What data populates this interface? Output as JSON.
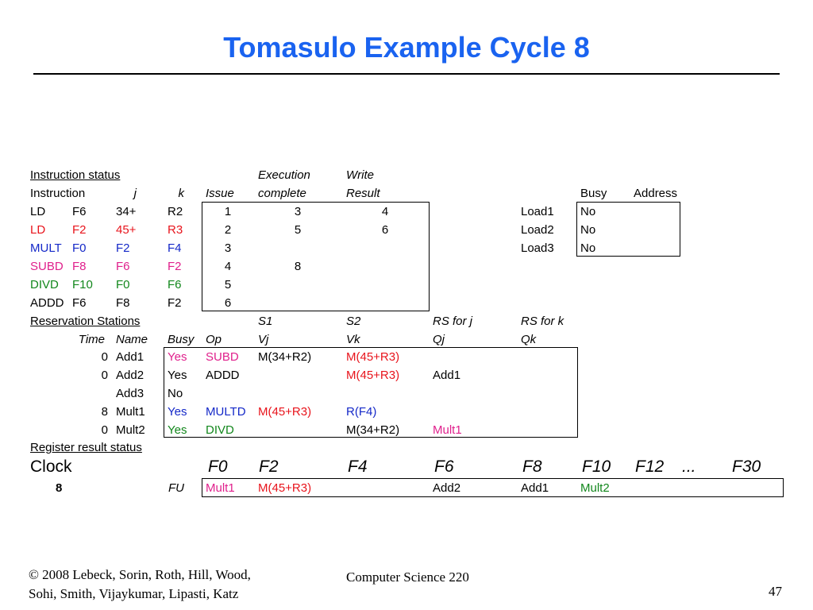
{
  "title": "Tomasulo Example Cycle 8",
  "instruction_status": {
    "section_label": "Instruction status",
    "headers": {
      "instruction": "Instruction",
      "j": "j",
      "k": "k",
      "issue": "Issue",
      "exec_top": "Execution",
      "exec_bottom": "complete",
      "write_top": "Write",
      "write_bottom": "Result"
    },
    "rows": [
      {
        "op": "LD",
        "dest": "F6",
        "j": "34+",
        "k": "R2",
        "issue": "1",
        "exec": "3",
        "write": "4"
      },
      {
        "op": "LD",
        "dest": "F2",
        "j": "45+",
        "k": "R3",
        "issue": "2",
        "exec": "5",
        "write": "6"
      },
      {
        "op": "MULT",
        "dest": "F0",
        "j": "F2",
        "k": "F4",
        "issue": "3",
        "exec": "",
        "write": ""
      },
      {
        "op": "SUBD",
        "dest": "F8",
        "j": "F6",
        "k": "F2",
        "issue": "4",
        "exec": "8",
        "write": ""
      },
      {
        "op": "DIVD",
        "dest": "F10",
        "j": "F0",
        "k": "F6",
        "issue": "5",
        "exec": "",
        "write": ""
      },
      {
        "op": "ADDD",
        "dest": "F6",
        "j": "F8",
        "k": "F2",
        "issue": "6",
        "exec": "",
        "write": ""
      }
    ]
  },
  "load_buffers": {
    "headers": {
      "busy": "Busy",
      "address": "Address"
    },
    "rows": [
      {
        "name": "Load1",
        "busy": "No",
        "address": ""
      },
      {
        "name": "Load2",
        "busy": "No",
        "address": ""
      },
      {
        "name": "Load3",
        "busy": "No",
        "address": ""
      }
    ]
  },
  "reservation_stations": {
    "section_label": "Reservation Stations",
    "headers_top": {
      "s1": "S1",
      "s2": "S2",
      "rsj": "RS for j",
      "rsk": "RS for k"
    },
    "headers": {
      "time": "Time",
      "name": "Name",
      "busy": "Busy",
      "op": "Op",
      "vj": "Vj",
      "vk": "Vk",
      "qj": "Qj",
      "qk": "Qk"
    },
    "rows": [
      {
        "time": "0",
        "name": "Add1",
        "busy": "Yes",
        "op": "SUBD",
        "vj": "M(34+R2)",
        "vk": "M(45+R3)",
        "qj": "",
        "qk": ""
      },
      {
        "time": "0",
        "name": "Add2",
        "busy": "Yes",
        "op": "ADDD",
        "vj": "",
        "vk": "M(45+R3)",
        "qj": "Add1",
        "qk": ""
      },
      {
        "time": "",
        "name": "Add3",
        "busy": "No",
        "op": "",
        "vj": "",
        "vk": "",
        "qj": "",
        "qk": ""
      },
      {
        "time": "8",
        "name": "Mult1",
        "busy": "Yes",
        "op": "MULTD",
        "vj": "M(45+R3)",
        "vk": "R(F4)",
        "qj": "",
        "qk": ""
      },
      {
        "time": "0",
        "name": "Mult2",
        "busy": "Yes",
        "op": "DIVD",
        "vj": "",
        "vk": "M(34+R2)",
        "qj": "Mult1",
        "qk": ""
      }
    ]
  },
  "register_status": {
    "section_label": "Register result status",
    "clock_label": "Clock",
    "clock_value": "8",
    "fu_label": "FU",
    "registers": [
      "F0",
      "F2",
      "F4",
      "F6",
      "F8",
      "F10",
      "F12",
      "...",
      "F30"
    ],
    "fu": [
      "Mult1",
      "M(45+R3)",
      "",
      "Add2",
      "Add1",
      "Mult2",
      "",
      "",
      ""
    ]
  },
  "colors": {
    "title": "#1a63f0",
    "red": "#e8141c",
    "blue": "#1428c8",
    "magenta": "#e0208c",
    "green": "#12871c"
  },
  "footer": {
    "copyright_line1": "© 2008 Lebeck, Sorin, Roth, Hill, Wood,",
    "copyright_line2": "Sohi, Smith, Vijaykumar, Lipasti, Katz",
    "course": "Computer Science 220",
    "page_number": "47"
  }
}
